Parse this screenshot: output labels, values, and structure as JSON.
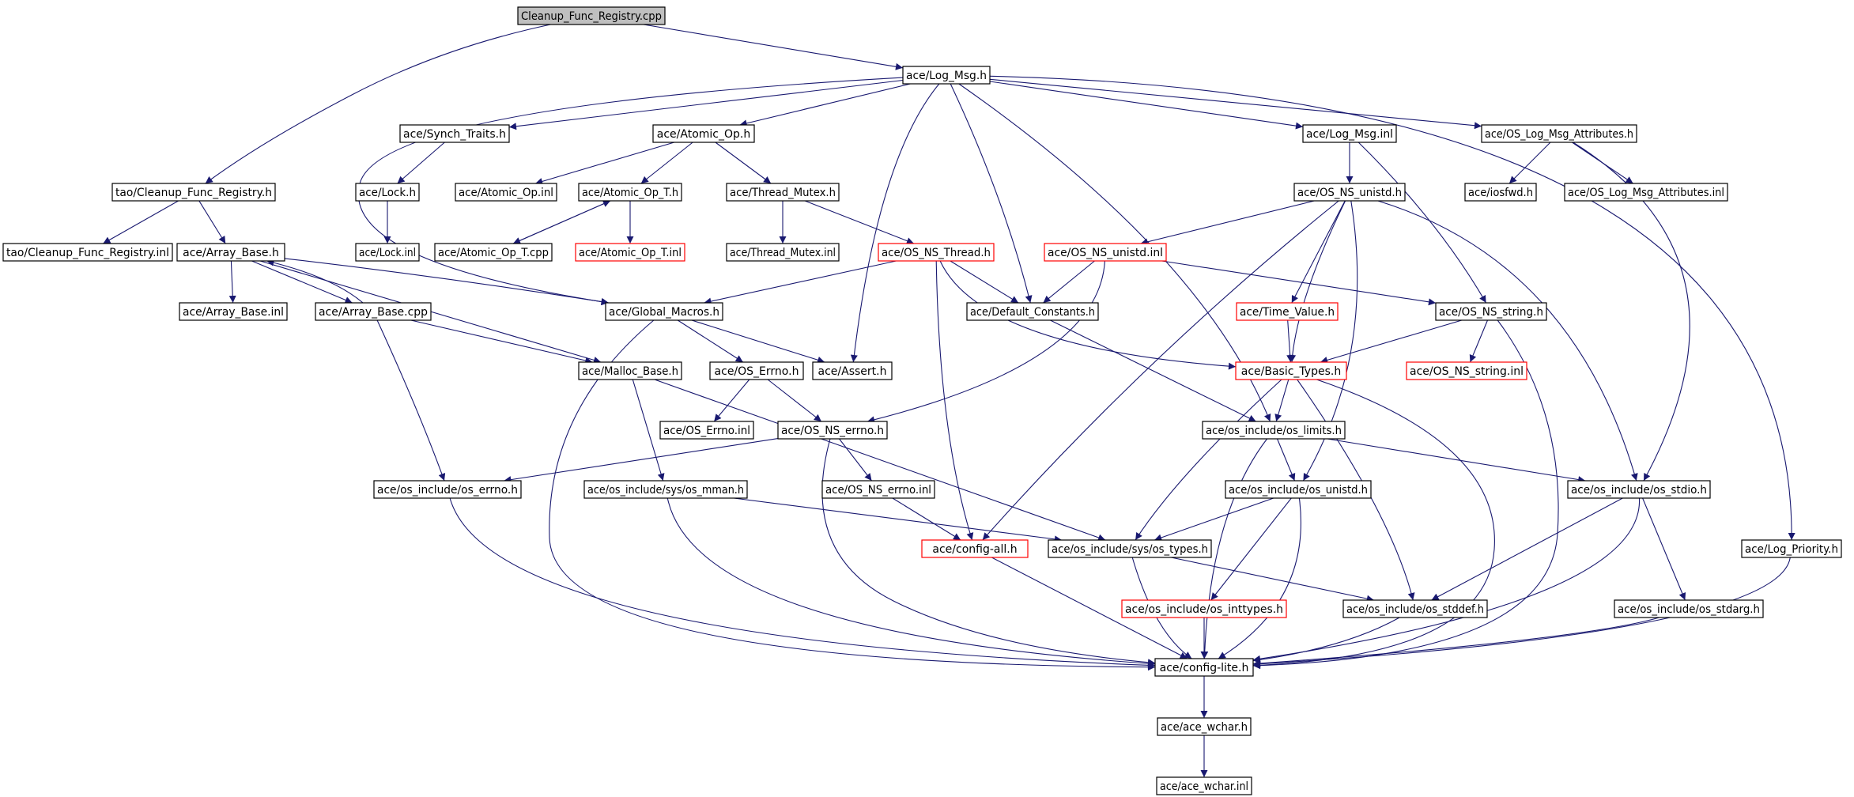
{
  "graph": {
    "colors": {
      "edge": "#191970",
      "node_border": "#000000",
      "incomplete_node_border": "#ff0000",
      "root_node_fill": "#bfbfbf",
      "node_fill": "#ffffff"
    },
    "nodes": [
      {
        "id": "cleanup_cpp",
        "label": "Cleanup_Func_Registry.cpp",
        "root": true
      },
      {
        "id": "log_msg_h",
        "label": "ace/Log_Msg.h"
      },
      {
        "id": "tao_cfr_h",
        "label": "tao/Cleanup_Func_Registry.h"
      },
      {
        "id": "tao_cfr_inl",
        "label": "tao/Cleanup_Func_Registry.inl"
      },
      {
        "id": "synch_traits_h",
        "label": "ace/Synch_Traits.h"
      },
      {
        "id": "atomic_op_h",
        "label": "ace/Atomic_Op.h"
      },
      {
        "id": "log_msg_inl",
        "label": "ace/Log_Msg.inl"
      },
      {
        "id": "os_log_msg_attr_h",
        "label": "ace/OS_Log_Msg_Attributes.h"
      },
      {
        "id": "lock_h",
        "label": "ace/Lock.h"
      },
      {
        "id": "atomic_op_inl",
        "label": "ace/Atomic_Op.inl"
      },
      {
        "id": "atomic_op_t_h",
        "label": "ace/Atomic_Op_T.h"
      },
      {
        "id": "thread_mutex_h",
        "label": "ace/Thread_Mutex.h"
      },
      {
        "id": "os_ns_unistd_h",
        "label": "ace/OS_NS_unistd.h"
      },
      {
        "id": "iosfwd_h",
        "label": "ace/iosfwd.h"
      },
      {
        "id": "os_log_msg_attr_inl",
        "label": "ace/OS_Log_Msg_Attributes.inl"
      },
      {
        "id": "array_base_h",
        "label": "ace/Array_Base.h"
      },
      {
        "id": "lock_inl",
        "label": "ace/Lock.inl"
      },
      {
        "id": "atomic_op_t_cpp",
        "label": "ace/Atomic_Op_T.cpp"
      },
      {
        "id": "atomic_op_t_inl",
        "label": "ace/Atomic_Op_T.inl",
        "incomplete": true
      },
      {
        "id": "thread_mutex_inl",
        "label": "ace/Thread_Mutex.inl"
      },
      {
        "id": "os_ns_thread_h",
        "label": "ace/OS_NS_Thread.h",
        "incomplete": true
      },
      {
        "id": "os_ns_unistd_inl",
        "label": "ace/OS_NS_unistd.inl",
        "incomplete": true
      },
      {
        "id": "array_base_inl",
        "label": "ace/Array_Base.inl"
      },
      {
        "id": "array_base_cpp",
        "label": "ace/Array_Base.cpp"
      },
      {
        "id": "global_macros_h",
        "label": "ace/Global_Macros.h"
      },
      {
        "id": "default_constants_h",
        "label": "ace/Default_Constants.h"
      },
      {
        "id": "time_value_h",
        "label": "ace/Time_Value.h",
        "incomplete": true
      },
      {
        "id": "os_ns_string_h",
        "label": "ace/OS_NS_string.h"
      },
      {
        "id": "malloc_base_h",
        "label": "ace/Malloc_Base.h"
      },
      {
        "id": "os_errno_h",
        "label": "ace/OS_Errno.h"
      },
      {
        "id": "assert_h",
        "label": "ace/Assert.h"
      },
      {
        "id": "basic_types_h",
        "label": "ace/Basic_Types.h",
        "incomplete": true
      },
      {
        "id": "os_ns_string_inl",
        "label": "ace/OS_NS_string.inl",
        "incomplete": true
      },
      {
        "id": "os_errno_inl",
        "label": "ace/OS_Errno.inl"
      },
      {
        "id": "os_ns_errno_h",
        "label": "ace/OS_NS_errno.h"
      },
      {
        "id": "os_limits_h",
        "label": "ace/os_include/os_limits.h"
      },
      {
        "id": "os_errno_inc_h",
        "label": "ace/os_include/os_errno.h"
      },
      {
        "id": "os_mman_h",
        "label": "ace/os_include/sys/os_mman.h"
      },
      {
        "id": "os_ns_errno_inl",
        "label": "ace/OS_NS_errno.inl"
      },
      {
        "id": "os_unistd_inc_h",
        "label": "ace/os_include/os_unistd.h"
      },
      {
        "id": "os_stdio_h",
        "label": "ace/os_include/os_stdio.h"
      },
      {
        "id": "config_all_h",
        "label": "ace/config-all.h",
        "incomplete": true
      },
      {
        "id": "os_types_h",
        "label": "ace/os_include/sys/os_types.h"
      },
      {
        "id": "log_priority_h",
        "label": "ace/Log_Priority.h"
      },
      {
        "id": "os_inttypes_h",
        "label": "ace/os_include/os_inttypes.h",
        "incomplete": true
      },
      {
        "id": "os_stddef_h",
        "label": "ace/os_include/os_stddef.h"
      },
      {
        "id": "os_stdarg_h",
        "label": "ace/os_include/os_stdarg.h"
      },
      {
        "id": "config_lite_h",
        "label": "ace/config-lite.h"
      },
      {
        "id": "ace_wchar_h",
        "label": "ace/ace_wchar.h"
      },
      {
        "id": "ace_wchar_inl",
        "label": "ace/ace_wchar.inl"
      }
    ],
    "edges": [
      [
        "cleanup_cpp",
        "log_msg_h"
      ],
      [
        "cleanup_cpp",
        "tao_cfr_h"
      ],
      [
        "tao_cfr_h",
        "tao_cfr_inl"
      ],
      [
        "tao_cfr_h",
        "array_base_h"
      ],
      [
        "log_msg_h",
        "synch_traits_h"
      ],
      [
        "log_msg_h",
        "atomic_op_h"
      ],
      [
        "log_msg_h",
        "log_msg_inl"
      ],
      [
        "log_msg_h",
        "os_log_msg_attr_h"
      ],
      [
        "log_msg_h",
        "global_macros_h"
      ],
      [
        "log_msg_h",
        "default_constants_h"
      ],
      [
        "log_msg_h",
        "assert_h"
      ],
      [
        "log_msg_h",
        "os_limits_h"
      ],
      [
        "log_msg_h",
        "log_priority_h"
      ],
      [
        "synch_traits_h",
        "lock_h"
      ],
      [
        "lock_h",
        "lock_inl"
      ],
      [
        "atomic_op_h",
        "atomic_op_inl"
      ],
      [
        "atomic_op_h",
        "atomic_op_t_h"
      ],
      [
        "atomic_op_h",
        "thread_mutex_h"
      ],
      [
        "atomic_op_t_h",
        "atomic_op_t_cpp"
      ],
      [
        "atomic_op_t_cpp",
        "atomic_op_t_h"
      ],
      [
        "atomic_op_t_h",
        "atomic_op_t_inl"
      ],
      [
        "thread_mutex_h",
        "thread_mutex_inl"
      ],
      [
        "thread_mutex_h",
        "os_ns_thread_h"
      ],
      [
        "log_msg_inl",
        "os_ns_unistd_h"
      ],
      [
        "log_msg_inl",
        "os_ns_string_h"
      ],
      [
        "os_log_msg_attr_h",
        "iosfwd_h"
      ],
      [
        "os_log_msg_attr_h",
        "os_log_msg_attr_inl"
      ],
      [
        "os_log_msg_attr_h",
        "os_stdio_h"
      ],
      [
        "os_ns_unistd_h",
        "os_ns_unistd_inl"
      ],
      [
        "os_ns_unistd_h",
        "time_value_h"
      ],
      [
        "os_ns_unistd_h",
        "basic_types_h"
      ],
      [
        "os_ns_unistd_h",
        "os_unistd_inc_h"
      ],
      [
        "os_ns_unistd_h",
        "os_stdio_h"
      ],
      [
        "os_ns_unistd_h",
        "config_all_h"
      ],
      [
        "array_base_h",
        "array_base_inl"
      ],
      [
        "array_base_h",
        "array_base_cpp"
      ],
      [
        "array_base_cpp",
        "array_base_h"
      ],
      [
        "array_base_h",
        "global_macros_h"
      ],
      [
        "array_base_h",
        "malloc_base_h"
      ],
      [
        "array_base_cpp",
        "malloc_base_h"
      ],
      [
        "array_base_cpp",
        "os_errno_inc_h"
      ],
      [
        "os_ns_thread_h",
        "global_macros_h"
      ],
      [
        "os_ns_thread_h",
        "default_constants_h"
      ],
      [
        "os_ns_thread_h",
        "basic_types_h"
      ],
      [
        "os_ns_thread_h",
        "config_all_h"
      ],
      [
        "os_ns_unistd_inl",
        "default_constants_h"
      ],
      [
        "os_ns_unistd_inl",
        "os_ns_string_h"
      ],
      [
        "os_ns_unistd_inl",
        "os_ns_errno_h"
      ],
      [
        "global_macros_h",
        "os_errno_h"
      ],
      [
        "global_macros_h",
        "assert_h"
      ],
      [
        "global_macros_h",
        "config_lite_h"
      ],
      [
        "default_constants_h",
        "os_limits_h"
      ],
      [
        "time_value_h",
        "basic_types_h"
      ],
      [
        "os_ns_string_h",
        "basic_types_h"
      ],
      [
        "os_ns_string_h",
        "os_ns_string_inl"
      ],
      [
        "os_ns_string_h",
        "config_lite_h"
      ],
      [
        "malloc_base_h",
        "os_mman_h"
      ],
      [
        "malloc_base_h",
        "os_types_h"
      ],
      [
        "os_errno_h",
        "os_errno_inl"
      ],
      [
        "os_errno_h",
        "os_ns_errno_h"
      ],
      [
        "basic_types_h",
        "os_limits_h"
      ],
      [
        "basic_types_h",
        "os_types_h"
      ],
      [
        "basic_types_h",
        "os_stddef_h"
      ],
      [
        "basic_types_h",
        "config_lite_h"
      ],
      [
        "os_ns_errno_h",
        "os_errno_inc_h"
      ],
      [
        "os_ns_errno_h",
        "os_ns_errno_inl"
      ],
      [
        "os_ns_errno_h",
        "config_lite_h"
      ],
      [
        "os_ns_errno_inl",
        "config_all_h"
      ],
      [
        "os_limits_h",
        "os_unistd_inc_h"
      ],
      [
        "os_limits_h",
        "os_stdio_h"
      ],
      [
        "os_limits_h",
        "config_lite_h"
      ],
      [
        "os_errno_inc_h",
        "config_lite_h"
      ],
      [
        "os_mman_h",
        "os_types_h"
      ],
      [
        "os_mman_h",
        "config_lite_h"
      ],
      [
        "os_unistd_inc_h",
        "os_types_h"
      ],
      [
        "os_unistd_inc_h",
        "os_inttypes_h"
      ],
      [
        "os_unistd_inc_h",
        "config_lite_h"
      ],
      [
        "os_stdio_h",
        "os_stddef_h"
      ],
      [
        "os_stdio_h",
        "os_stdarg_h"
      ],
      [
        "os_stdio_h",
        "config_lite_h"
      ],
      [
        "config_all_h",
        "config_lite_h"
      ],
      [
        "os_types_h",
        "os_stddef_h"
      ],
      [
        "os_types_h",
        "config_lite_h"
      ],
      [
        "os_inttypes_h",
        "config_lite_h"
      ],
      [
        "os_stddef_h",
        "config_lite_h"
      ],
      [
        "os_stdarg_h",
        "config_lite_h"
      ],
      [
        "log_priority_h",
        "config_lite_h"
      ],
      [
        "config_lite_h",
        "ace_wchar_h"
      ],
      [
        "ace_wchar_h",
        "ace_wchar_inl"
      ]
    ]
  }
}
